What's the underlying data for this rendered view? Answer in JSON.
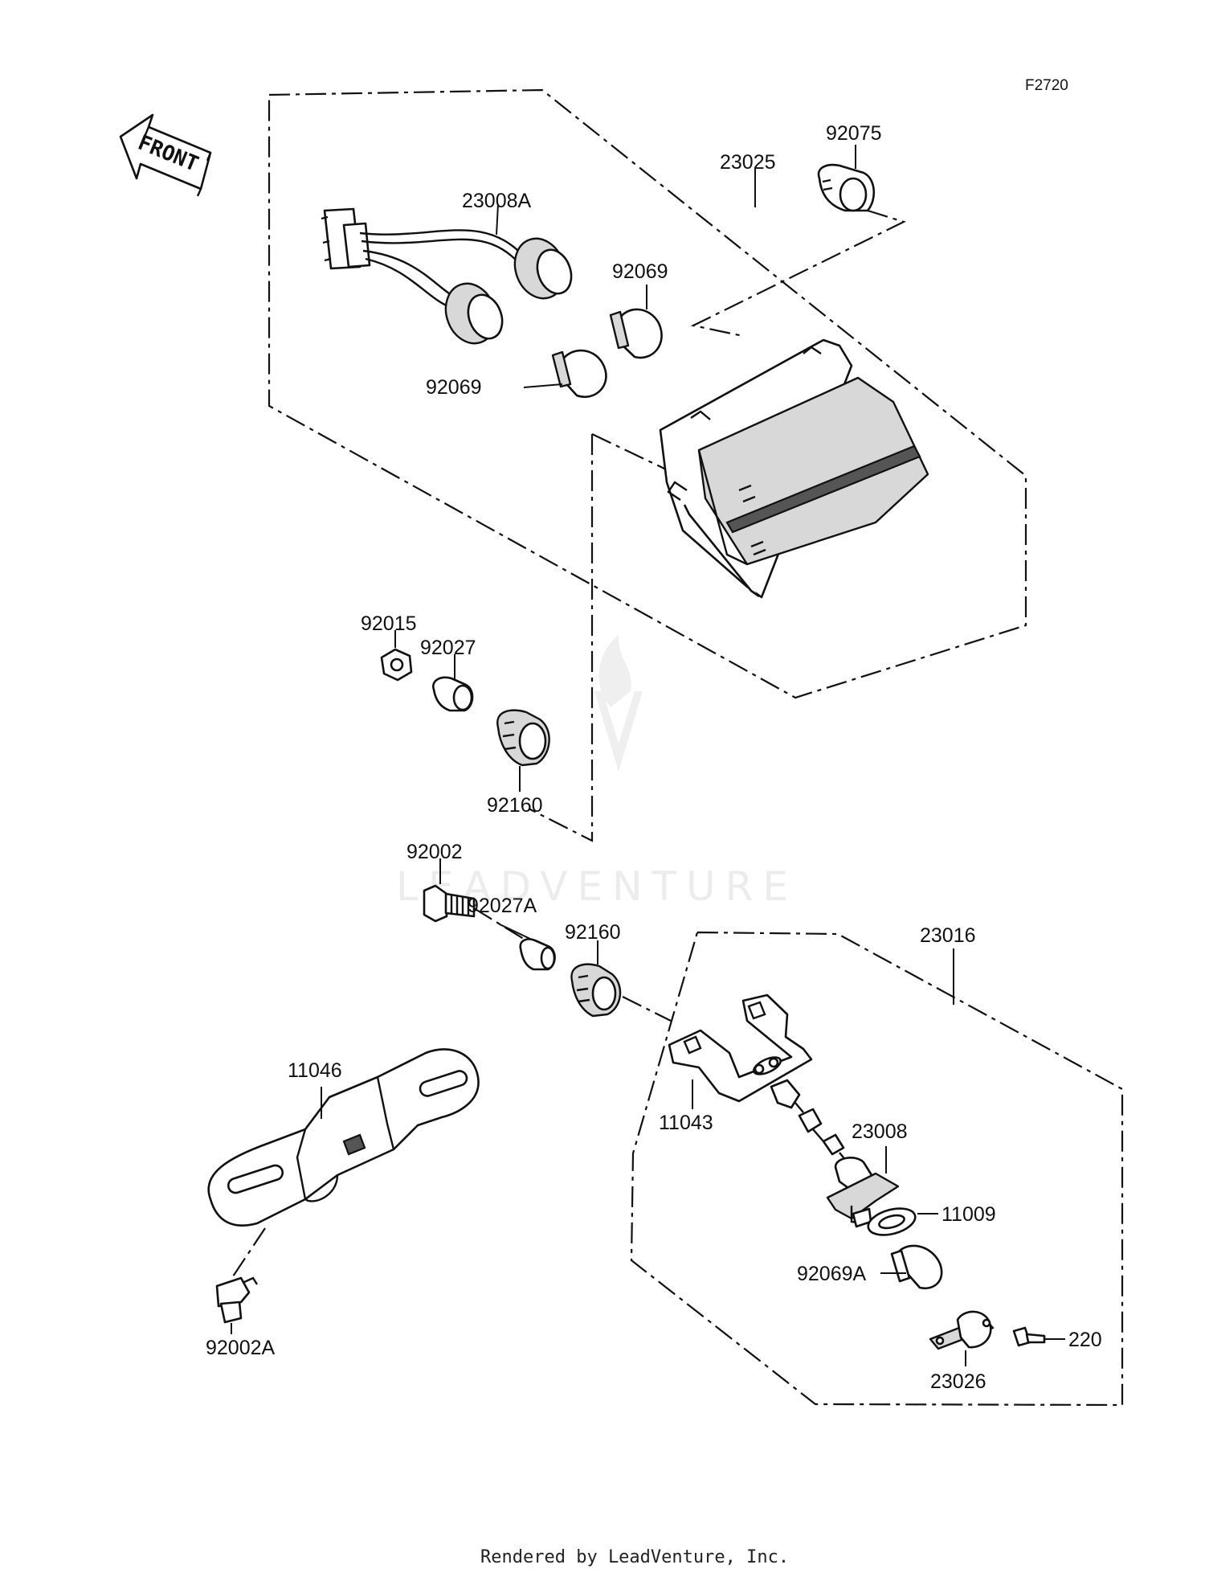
{
  "figure_code": "F2720",
  "front_label": "FRONT",
  "watermark": "LEADVENTURE",
  "footer": "Rendered by LeadVenture, Inc.",
  "parts": {
    "p23025": "23025",
    "p92075": "92075",
    "p23008A": "23008A",
    "p92069_upper": "92069",
    "p92069_lower": "92069",
    "p92015": "92015",
    "p92027": "92027",
    "p92160_upper": "92160",
    "p92002": "92002",
    "p92027A": "92027A",
    "p92160_lower": "92160",
    "p23016": "23016",
    "p11046": "11046",
    "p11043": "11043",
    "p23008": "23008",
    "p11009": "11009",
    "p92069A": "92069A",
    "p92002A": "92002A",
    "p23026": "23026",
    "p220": "220"
  }
}
